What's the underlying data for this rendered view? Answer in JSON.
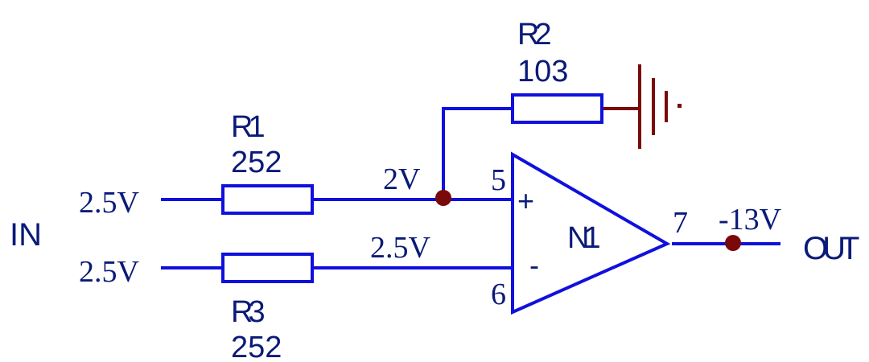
{
  "diagram": {
    "type": "op-amp subtractor circuit",
    "input_label": "IN",
    "output_label": "OUT",
    "inputs": [
      {
        "voltage": "2.5V"
      },
      {
        "voltage": "2.5V"
      }
    ],
    "resistors": [
      {
        "ref": "R1",
        "value": "252"
      },
      {
        "ref": "R2",
        "value": "103"
      },
      {
        "ref": "R3",
        "value": "252"
      }
    ],
    "opamp": {
      "ref": "N1",
      "plus_sign": "+",
      "minus_sign": "-",
      "pin_noninverting": "5",
      "pin_inverting": "6",
      "pin_output": "7"
    },
    "node_voltages": {
      "noninverting": "2V",
      "inverting": "2.5V",
      "output": "-13V"
    },
    "colors": {
      "wire": "#1010dd",
      "text": "#0a1a78",
      "ground_and_junction": "#7a0a0a"
    }
  }
}
